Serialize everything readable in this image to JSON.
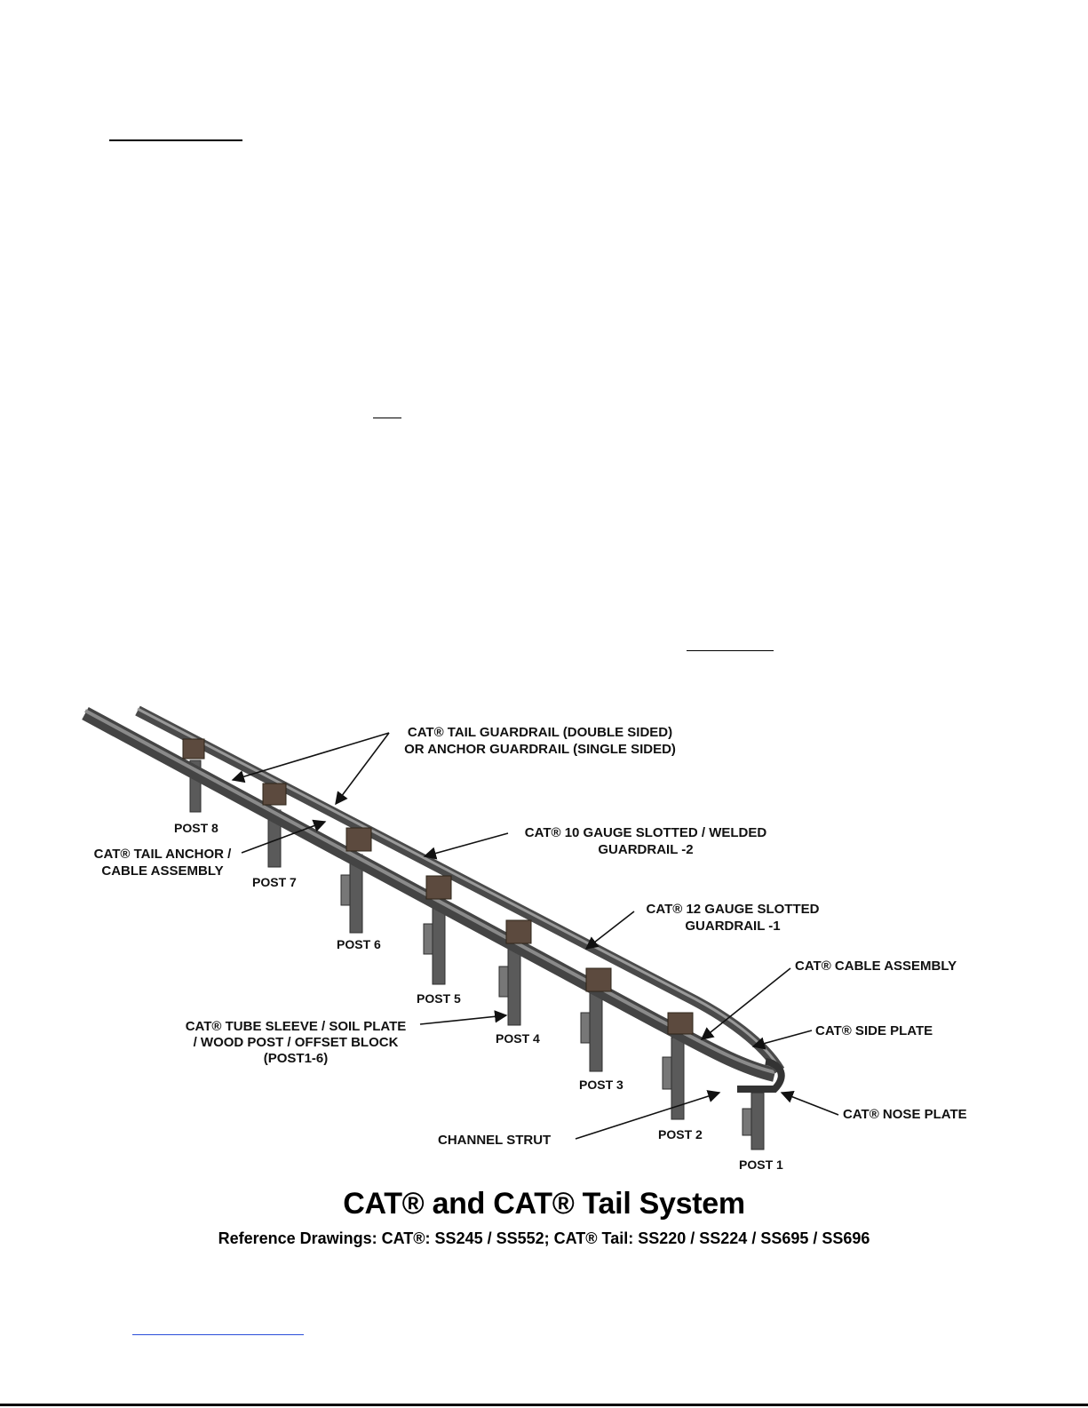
{
  "labels": {
    "tail_guardrail_line1": "CAT® TAIL GUARDRAIL (DOUBLE SIDED)",
    "tail_guardrail_line2": "OR ANCHOR GUARDRAIL (SINGLE SIDED)",
    "ten_gauge_line1": "CAT® 10 GAUGE SLOTTED / WELDED",
    "ten_gauge_line2": "GUARDRAIL -2",
    "twelve_gauge_line1": "CAT® 12 GAUGE SLOTTED",
    "twelve_gauge_line2": "GUARDRAIL -1",
    "cable_assembly": "CAT® CABLE ASSEMBLY",
    "side_plate": "CAT® SIDE PLATE",
    "nose_plate": "CAT® NOSE PLATE",
    "tail_anchor_line1": "CAT® TAIL ANCHOR /",
    "tail_anchor_line2": "CABLE ASSEMBLY",
    "tube_sleeve_line1": "CAT® TUBE SLEEVE / SOIL PLATE",
    "tube_sleeve_line2": "/ WOOD POST / OFFSET BLOCK",
    "tube_sleeve_line3": "(POST1-6)",
    "channel_strut": "CHANNEL STRUT",
    "posts": [
      "POST 1",
      "POST 2",
      "POST 3",
      "POST 4",
      "POST 5",
      "POST 6",
      "POST 7",
      "POST 8"
    ]
  },
  "caption": {
    "title": "CAT® and CAT® Tail System",
    "reference": "Reference Drawings:  CAT®:  SS245 / SS552; CAT® Tail:  SS220 / SS224 / SS695 / SS696"
  }
}
